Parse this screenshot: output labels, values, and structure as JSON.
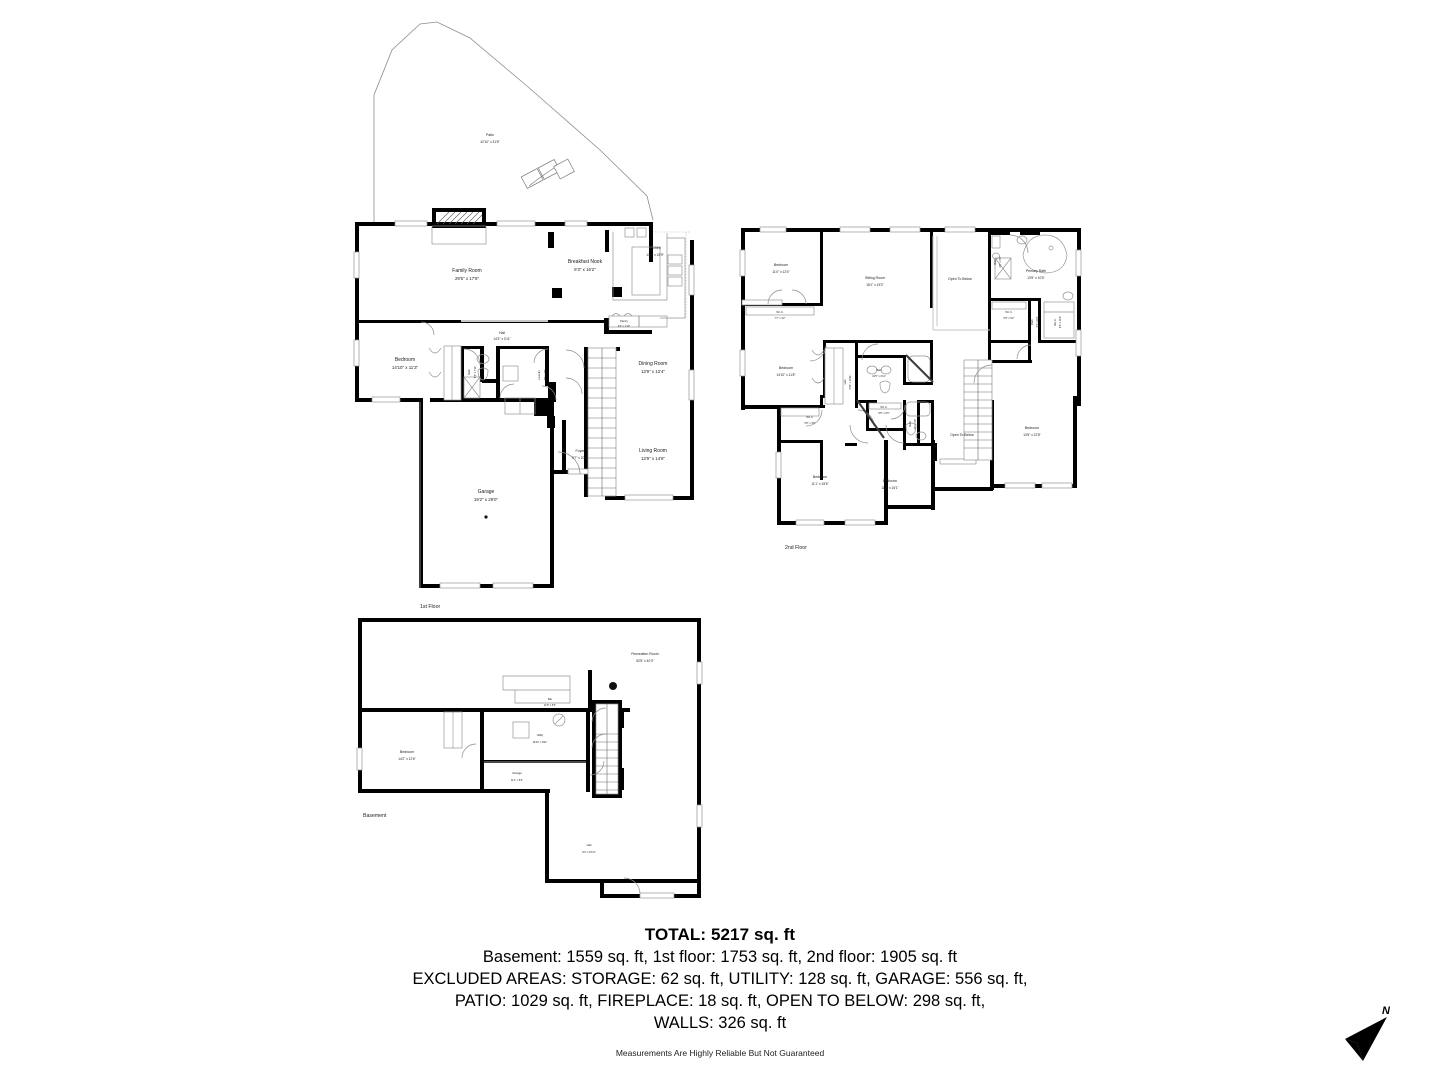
{
  "document": {
    "type": "residential-floor-plan",
    "floors": [
      "1st Floor",
      "2nd Floor",
      "Basement"
    ]
  },
  "floor_labels": {
    "first": "1st Floor",
    "second": "2nd Floor",
    "basement": "Basement"
  },
  "first_floor": {
    "rooms": [
      {
        "name": "Patio",
        "dim": "42'10\" x 31'8\""
      },
      {
        "name": "Family Room",
        "dim": "29'5\" x 17'8\""
      },
      {
        "name": "Breakfast Nook",
        "dim": "9'3\" x 16'2\""
      },
      {
        "name": "Kitchen",
        "dim": "13'9\" x 15'9\""
      },
      {
        "name": "Pantry",
        "dim": "4'0\" x 1'10\""
      },
      {
        "name": "Hall",
        "dim": "14'3\" x 3'11\""
      },
      {
        "name": "Bedroom",
        "dim": "14'10\" x 11'3\""
      },
      {
        "name": "Bath",
        "dim": "5'3\" x 7'11\""
      },
      {
        "name": "Laundry",
        "dim": "7'9\" x 7'9\""
      },
      {
        "name": "Dining Room",
        "dim": "13'9\" x 12'4\""
      },
      {
        "name": "Living Room",
        "dim": "13'9\" x 14'8\""
      },
      {
        "name": "Foyer",
        "dim": "9'7\" x 20'6\""
      },
      {
        "name": "Garage",
        "dim": "19'2\" x 29'0\""
      }
    ]
  },
  "second_floor": {
    "rooms": [
      {
        "name": "Bedroom",
        "dim": "11'0\" x 12'4\""
      },
      {
        "name": "W.I.C.",
        "dim": "7'7\" x 3'2\""
      },
      {
        "name": "Sitting Room",
        "dim": "18'1\" x 19'2\""
      },
      {
        "name": "Open To Below",
        "dim": ""
      },
      {
        "name": "Bath",
        "dim": "2'9\" x 9'4\""
      },
      {
        "name": "Primary Bath",
        "dim": "13'5\" x 10'5\""
      },
      {
        "name": "W.I.C.",
        "dim": "5'5\" x 5'2\""
      },
      {
        "name": "W.I.C.",
        "dim": "4'4\" x 12'2\""
      },
      {
        "name": "Bath",
        "dim": "3'1\" x 6'4\""
      },
      {
        "name": "Bedroom",
        "dim": "14'10\" x 11'8\""
      },
      {
        "name": "Hall",
        "dim": "3'10\" x 15'11\""
      },
      {
        "name": "Bath",
        "dim": "10'5\" x 4'11\""
      },
      {
        "name": "W.I.C.",
        "dim": "5'5\" x 4'5\""
      },
      {
        "name": "W.I.C.",
        "dim": "8'5\" x 8'3\""
      },
      {
        "name": "Bath",
        "dim": "3'0\" x 9'6\""
      },
      {
        "name": "Bedroom",
        "dim": "11'1\" x 15'6\""
      },
      {
        "name": "Bedroom",
        "dim": "11'1\" x 15'1\""
      },
      {
        "name": "Open To Below",
        "dim": ""
      },
      {
        "name": "Bedroom",
        "dim": "13'5\" x 22'8\""
      }
    ]
  },
  "basement": {
    "rooms": [
      {
        "name": "Recreation Room",
        "dim": "52'5\" x 40'3\""
      },
      {
        "name": "Bar",
        "dim": "11'8\" x 5'3\""
      },
      {
        "name": "Utility",
        "dim": "16'10\" x 8'11\""
      },
      {
        "name": "Storage",
        "dim": "11'1\" x 5'3\""
      },
      {
        "name": "Bedroom",
        "dim": "14'2\" x 12'6\""
      },
      {
        "name": "Hall",
        "dim": "9'3\" x 16'11\""
      }
    ]
  },
  "summary": {
    "total": "TOTAL: 5217 sq. ft",
    "line1": "Basement: 1559 sq. ft, 1st floor: 1753 sq. ft, 2nd floor: 1905 sq. ft",
    "line2": "EXCLUDED AREAS: STORAGE: 62 sq. ft, UTILITY: 128 sq. ft, GARAGE: 556 sq. ft,",
    "line3": "PATIO: 1029 sq. ft, FIREPLACE: 18 sq. ft, OPEN TO BELOW: 298 sq. ft,",
    "line4": "WALLS: 326 sq. ft",
    "disclaimer": "Measurements Are Highly Reliable But Not Guaranteed"
  },
  "compass": {
    "north_label": "N"
  },
  "colors": {
    "wall": "#000000",
    "thin_line": "#888888",
    "fixture": "#666666",
    "background": "#ffffff"
  }
}
